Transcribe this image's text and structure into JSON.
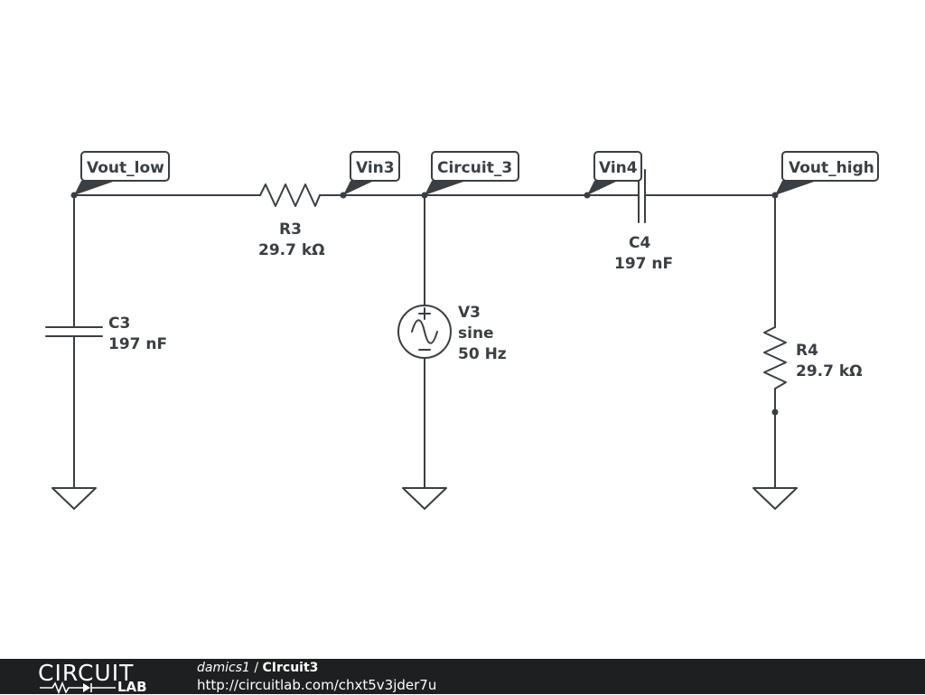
{
  "nets": {
    "vout_low": "Vout_low",
    "vin3": "Vin3",
    "circuit_3": "Circuit_3",
    "vin4": "Vin4",
    "vout_high": "Vout_high"
  },
  "components": {
    "r3": {
      "name": "R3",
      "value": "29.7 kΩ"
    },
    "c3": {
      "name": "C3",
      "value": "197 nF"
    },
    "v3": {
      "name": "V3",
      "type": "sine",
      "freq": "50 Hz"
    },
    "c4": {
      "name": "C4",
      "value": "197 nF"
    },
    "r4": {
      "name": "R4",
      "value": "29.7 kΩ"
    }
  },
  "footer": {
    "logo_top": "CIRCUIT",
    "logo_bottom": "LAB",
    "author": "damics1",
    "separator": " / ",
    "title": "CIrcuit3",
    "url": "http://circuitlab.com/chxt5v3jder7u"
  },
  "colors": {
    "wire": "#3a3f44",
    "footer_bg": "#1e1f21",
    "footer_text": "#ffffff"
  }
}
